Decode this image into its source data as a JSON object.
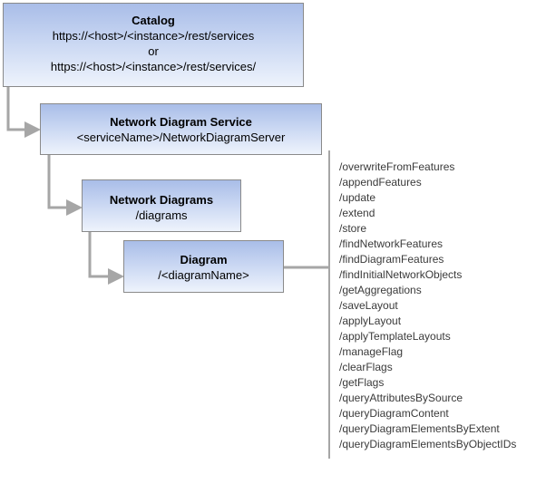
{
  "catalog": {
    "title": "Catalog",
    "line1": "https://<host>/<instance>/rest/services",
    "line2": "or",
    "line3": "https://<host>/<instance>/rest/services/"
  },
  "service": {
    "title": "Network Diagram Service",
    "line1": "<serviceName>/NetworkDiagramServer"
  },
  "diagrams": {
    "title": "Network Diagrams",
    "line1": "/diagrams"
  },
  "diagram": {
    "title": "Diagram",
    "line1": "/<diagramName>"
  },
  "operations": [
    "/overwriteFromFeatures",
    "/appendFeatures",
    "/update",
    "/extend",
    "/store",
    "/findNetworkFeatures",
    "/findDiagramFeatures",
    "/findInitialNetworkObjects",
    "/getAggregations",
    "/saveLayout",
    "/applyLayout",
    "/applyTemplateLayouts",
    "/manageFlag",
    "/clearFlags",
    "/getFlags",
    "/queryAttributesBySource",
    "/queryDiagramContent",
    "/queryDiagramElementsByExtent",
    "/queryDiagramElementsByObjectIDs"
  ],
  "colors": {
    "connector": "#a6a6a6",
    "box_gradient_top": "#a9bde8",
    "box_gradient_bottom": "#eef3fc",
    "box_border": "#8a8a8a"
  }
}
